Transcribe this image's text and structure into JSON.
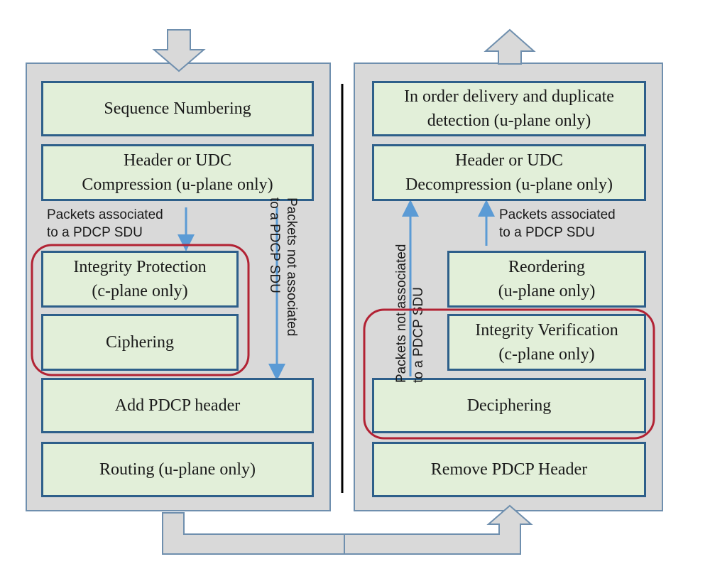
{
  "tx": {
    "sequence_numbering": "Sequence Numbering",
    "header_compression": "Header or UDC\nCompression (u-plane only)",
    "note_sdu": "Packets associated\nto a PDCP SDU",
    "note_not_sdu": "Packets not associated\nto a PDCP SDU",
    "integrity_protection": "Integrity  Protection\n(c-plane only)",
    "ciphering": "Ciphering",
    "add_header": "Add PDCP header",
    "routing": "Routing (u-plane only)"
  },
  "rx": {
    "in_order": "In order delivery and duplicate\ndetection (u-plane only)",
    "header_decompression": "Header or UDC\nDecompression (u-plane only)",
    "note_sdu": "Packets associated\nto a PDCP SDU",
    "note_not_sdu": "Packets not associated\nto a PDCP SDU",
    "reordering": "Reordering\n(u-plane only)",
    "integrity_verification": "Integrity  Verification\n(c-plane only)",
    "deciphering": "Deciphering",
    "remove_header": "Remove PDCP Header"
  },
  "colors": {
    "panel_fill": "#d9d9d9",
    "box_fill": "#e2efd9",
    "box_border": "#2e5f8a",
    "highlight_ring": "#b22234",
    "flow_arrow": "#5b9bd5"
  }
}
